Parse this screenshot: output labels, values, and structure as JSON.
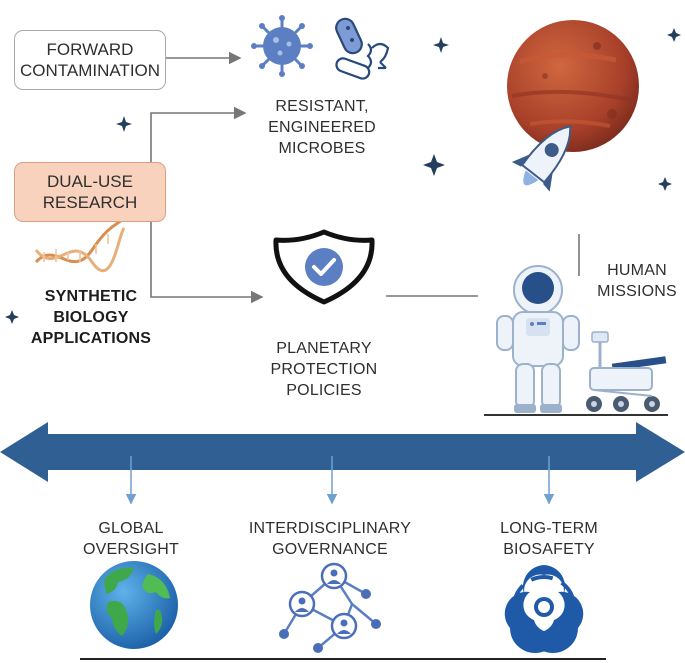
{
  "sources": {
    "forward_contamination": "FORWARD\nCONTAMINATION",
    "dual_use_research": "DUAL-USE\nRESEARCH",
    "synthetic_biology": "SYNTHETIC\nBIOLOGY\nAPPLICATIONS"
  },
  "outcomes": {
    "resistant_microbes": "RESISTANT,\nENGINEERED\nMICROBES",
    "planetary_protection": "PLANETARY\nPROTECTION\nPOLICIES",
    "human_missions": "HUMAN\nMISSIONS"
  },
  "pillars": [
    {
      "label": "GLOBAL\nOVERSIGHT",
      "icon": "globe-icon"
    },
    {
      "label": "INTERDISCIPLINARY\nGOVERNANCE",
      "icon": "network-icon"
    },
    {
      "label": "LONG-TERM\nBIOSAFETY",
      "icon": "biohazard-icon"
    }
  ],
  "colors": {
    "arrow_blue": "#2f5f93",
    "connector_gray": "#777777",
    "dual_use_fill": "#f8d2bd",
    "dual_use_border": "#d99f82",
    "mars": "#b5472c",
    "icon_blue": "#5c7fc4",
    "star_navy": "#243e5c"
  }
}
